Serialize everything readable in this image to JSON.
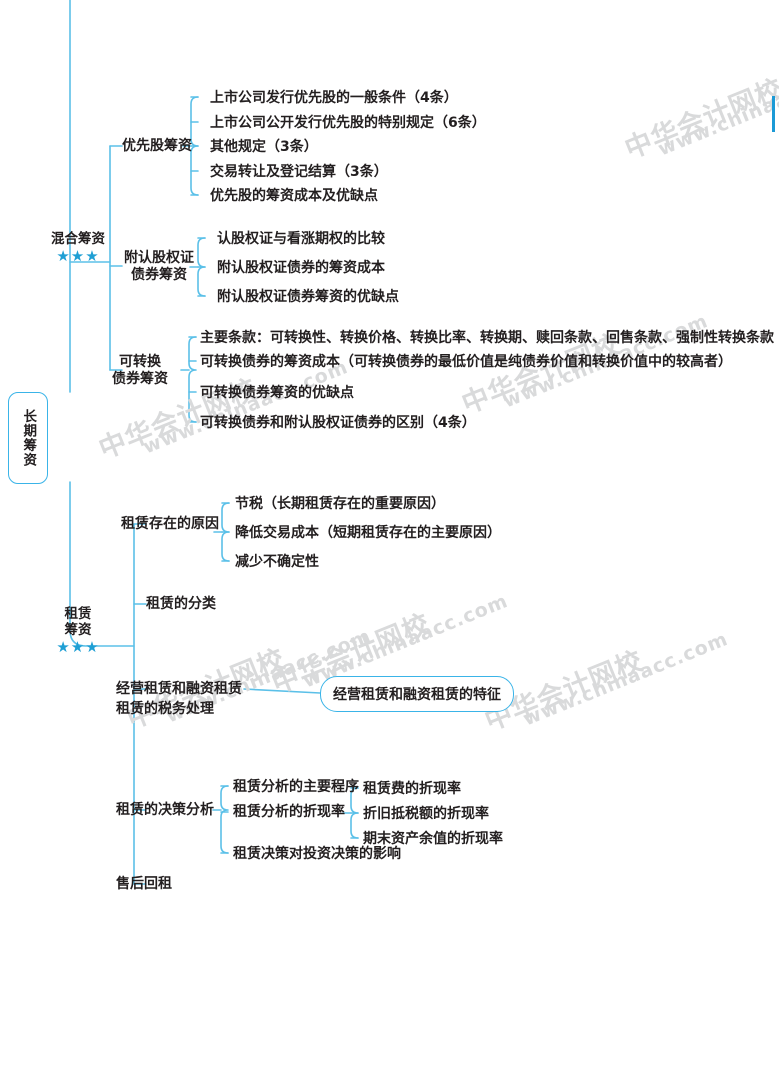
{
  "root": {
    "label": "长期筹资"
  },
  "colors": {
    "line": "#5bc0e8",
    "line_dark": "#3ab4e8",
    "star": "#1f9fd4",
    "text": "#231f20",
    "watermark": "#d9dadb",
    "edge_tab": "#1b9ad6"
  },
  "watermarks": {
    "cn": "中华会计网校",
    "url": "www.chinaacc.com"
  },
  "edge_tab": {
    "name": "page-edge-tab"
  },
  "branches": [
    {
      "label": "混合筹资",
      "stars": "★★★",
      "children": [
        {
          "label": "优先股筹资",
          "items": [
            "上市公司发行优先股的一般条件（4条）",
            "上市公司公开发行优先股的特别规定（6条）",
            "其他规定（3条）",
            "交易转让及登记结算（3条）",
            "优先股的筹资成本及优缺点"
          ]
        },
        {
          "label": "附认股权证\n债券筹资",
          "label_line1": "附认股权证",
          "label_line2": "债券筹资",
          "items": [
            "认股权证与看涨期权的比较",
            "附认股权证债券的筹资成本",
            "附认股权证债券筹资的优缺点"
          ]
        },
        {
          "label": "可转换\n债券筹资",
          "label_line1": "可转换",
          "label_line2": "债券筹资",
          "items": [
            "主要条款：可转换性、转换价格、转换比率、转换期、赎回条款、回售条款、强制性转换条款",
            "可转换债券的筹资成本（可转换债券的最低价值是纯债券价值和转换价值中的较高者）",
            "可转换债券筹资的优缺点",
            "可转换债券和附认股权证债券的区别（4条）"
          ]
        }
      ]
    },
    {
      "label": "租赁筹资",
      "label_line1": "租赁",
      "label_line2": "筹资",
      "stars": "★★★",
      "children": [
        {
          "label": "租赁存在的原因",
          "items": [
            "节税（长期租赁存在的重要原因）",
            "降低交易成本（短期租赁存在的主要原因）",
            "减少不确定性"
          ]
        },
        {
          "label": "租赁的分类",
          "items": []
        },
        {
          "label": "经营租赁和融资租赁",
          "callout": "经营租赁和融资租赁的特征",
          "items": []
        },
        {
          "label": "租赁的税务处理",
          "items": []
        },
        {
          "label": "租赁的决策分析",
          "items": [
            "租赁分析的主要程序",
            "租赁分析的折现率",
            "租赁决策对投资决策的影响"
          ],
          "sub": {
            "parent": "租赁分析的折现率",
            "items": [
              "租赁费的折现率",
              "折旧抵税额的折现率",
              "期末资产余值的折现率"
            ]
          }
        },
        {
          "label": "售后回租",
          "items": []
        }
      ]
    }
  ]
}
